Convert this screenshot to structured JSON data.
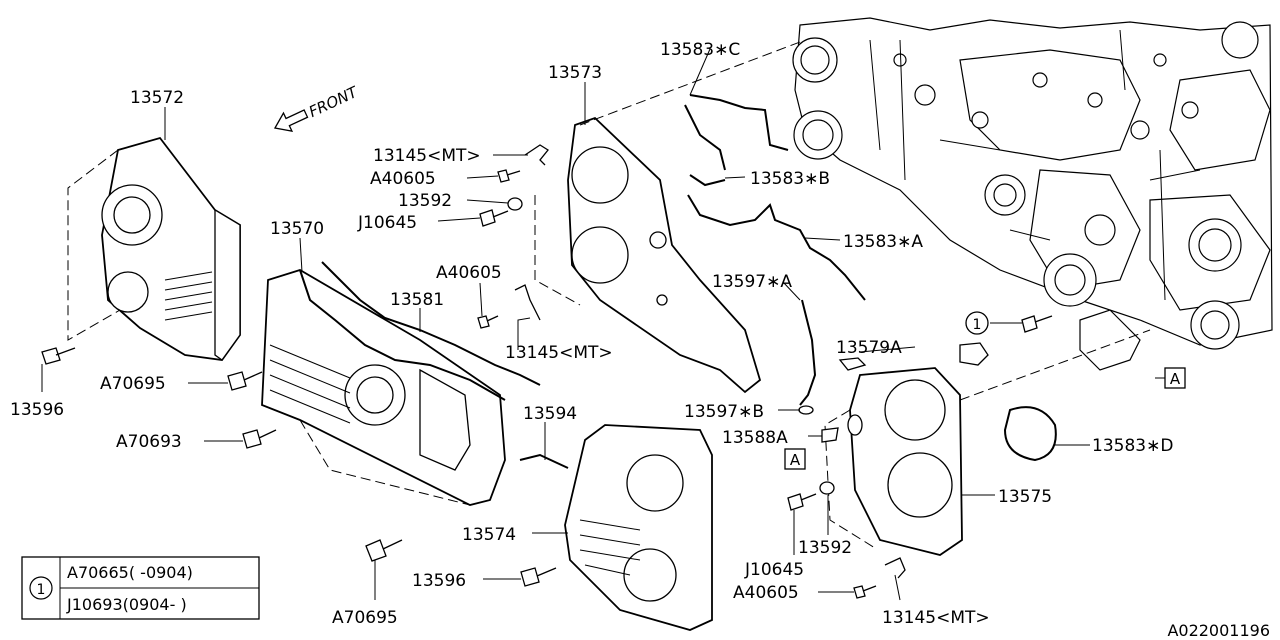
{
  "diagram_ref": "A022001196",
  "front_label": "FRONT",
  "callouts": [
    {
      "id": "p13572",
      "label": "13572"
    },
    {
      "id": "p13570",
      "label": "13570"
    },
    {
      "id": "p13581",
      "label": "13581"
    },
    {
      "id": "p13573",
      "label": "13573"
    },
    {
      "id": "p13145a",
      "label": "13145<MT>"
    },
    {
      "id": "pa40605a",
      "label": "A40605"
    },
    {
      "id": "p13592a",
      "label": "13592"
    },
    {
      "id": "pj10645a",
      "label": "J10645"
    },
    {
      "id": "pa40605b",
      "label": "A40605"
    },
    {
      "id": "p13145b",
      "label": "13145<MT>"
    },
    {
      "id": "p13583c",
      "label": "13583∗C"
    },
    {
      "id": "p13583b",
      "label": "13583∗B"
    },
    {
      "id": "p13583a",
      "label": "13583∗A"
    },
    {
      "id": "p13597a",
      "label": "13597∗A"
    },
    {
      "id": "p13597b",
      "label": "13597∗B"
    },
    {
      "id": "p13579a",
      "label": "13579A"
    },
    {
      "id": "p13588a",
      "label": "13588A"
    },
    {
      "id": "p13583d",
      "label": "13583∗D"
    },
    {
      "id": "p13575",
      "label": "13575"
    },
    {
      "id": "p13594",
      "label": "13594"
    },
    {
      "id": "p13574",
      "label": "13574"
    },
    {
      "id": "p13596a",
      "label": "13596"
    },
    {
      "id": "p13596b",
      "label": "13596"
    },
    {
      "id": "pa70695a",
      "label": "A70695"
    },
    {
      "id": "pa70693",
      "label": "A70693"
    },
    {
      "id": "pa70695b",
      "label": "A70695"
    },
    {
      "id": "pj10645b",
      "label": "J10645"
    },
    {
      "id": "p13592b",
      "label": "13592"
    },
    {
      "id": "pa40605c",
      "label": "A40605"
    },
    {
      "id": "p13145c",
      "label": "13145<MT>"
    }
  ],
  "ref_marks": [
    {
      "id": "ref-a-1",
      "label": "A"
    },
    {
      "id": "ref-a-2",
      "label": "A"
    },
    {
      "id": "ref-1",
      "label": "1"
    }
  ],
  "legend": {
    "key": "1",
    "rows": [
      "A70665( -0904)",
      "J10693(0904- )"
    ]
  }
}
